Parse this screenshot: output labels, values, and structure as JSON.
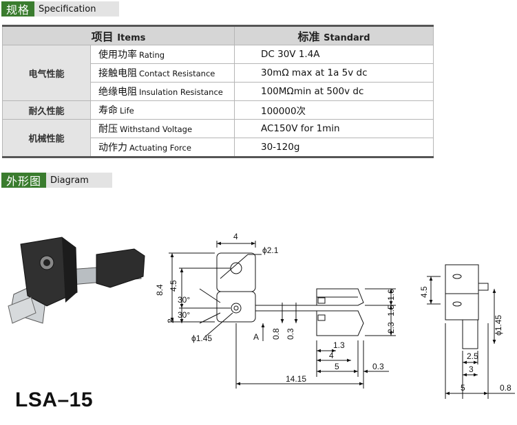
{
  "spec_header": {
    "cn": "规格",
    "en": "Specification"
  },
  "diagram_header": {
    "cn": "外形图",
    "en": "Diagram"
  },
  "table": {
    "col_items": {
      "cn": "项目",
      "en": "Items"
    },
    "col_standard": {
      "cn": "标准",
      "en": "Standard"
    },
    "categories": {
      "electrical": "电气性能",
      "durability": "耐久性能",
      "mechanical": "机械性能"
    },
    "rows": [
      {
        "cn": "使用功率",
        "en": "Rating",
        "value": "DC 30V 1.4A"
      },
      {
        "cn": "接触电阻",
        "en": "Contact Resistance",
        "value": "30mΩ max at 1a 5v dc"
      },
      {
        "cn": "绝缘电阻",
        "en": "Insulation Resistance",
        "value": "100MΩmin at 500v dc"
      },
      {
        "cn": "寿命",
        "en": "Life",
        "value": "100000次"
      },
      {
        "cn": "耐压",
        "en": "Withstand Voltage",
        "value": "AC150V for 1min"
      },
      {
        "cn": "动作力",
        "en": "Actuating Force",
        "value": "30-120g"
      }
    ]
  },
  "model": "LSA–15",
  "dims": {
    "front": {
      "w": "4",
      "hole": "ϕ2.1",
      "h_total": "8.4",
      "h_half": "4.5",
      "angle1": "30°",
      "angle2": "30°",
      "h_low": "2",
      "pin": "ϕ1.45",
      "a": "A",
      "t1": "0.8",
      "t2": "0.3"
    },
    "side": {
      "d16": "1.6",
      "d15": "1.5",
      "d23": "2.3",
      "d13": "1.3",
      "d4": "4",
      "d5": "5",
      "d03": "0.3",
      "total": "14.15"
    },
    "end": {
      "h": "4.5",
      "pin": "ϕ1.45",
      "d25": "2.5",
      "d3": "3",
      "d5": "5",
      "d08": "0.8"
    }
  }
}
